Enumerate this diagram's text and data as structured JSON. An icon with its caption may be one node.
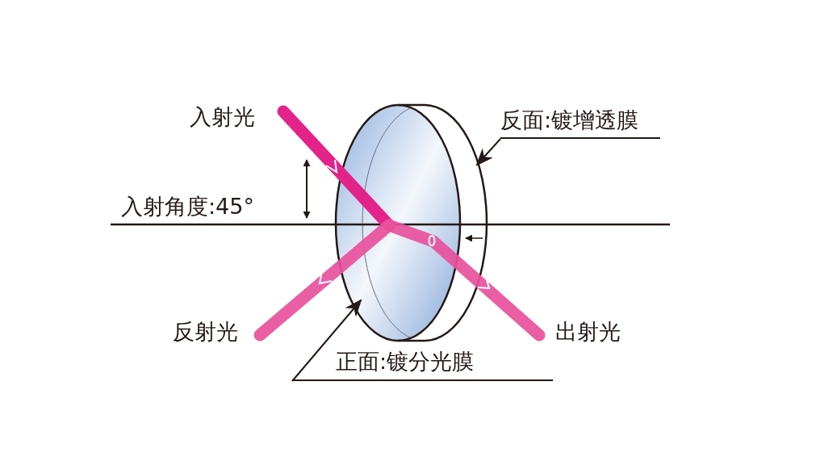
{
  "diagram": {
    "nodes": [
      {
        "text": [
          "反面:镀增透膜"
        ]
      },
      {
        "text": [],
        "shape": "ellipse"
      },
      {
        "text": [
          "正面:镀分光膜"
        ]
      },
      {
        "text": [],
        "shape": "ellipse"
      }
    ],
    "edges": [
      {
        "from": 0,
        "to": 1,
        "arrow": "to"
      },
      {
        "from": 2,
        "to": 3,
        "arrow": "to"
      }
    ],
    "labels": [
      "入射光",
      "入射角度:45°",
      "反射光",
      "出射光"
    ]
  }
}
